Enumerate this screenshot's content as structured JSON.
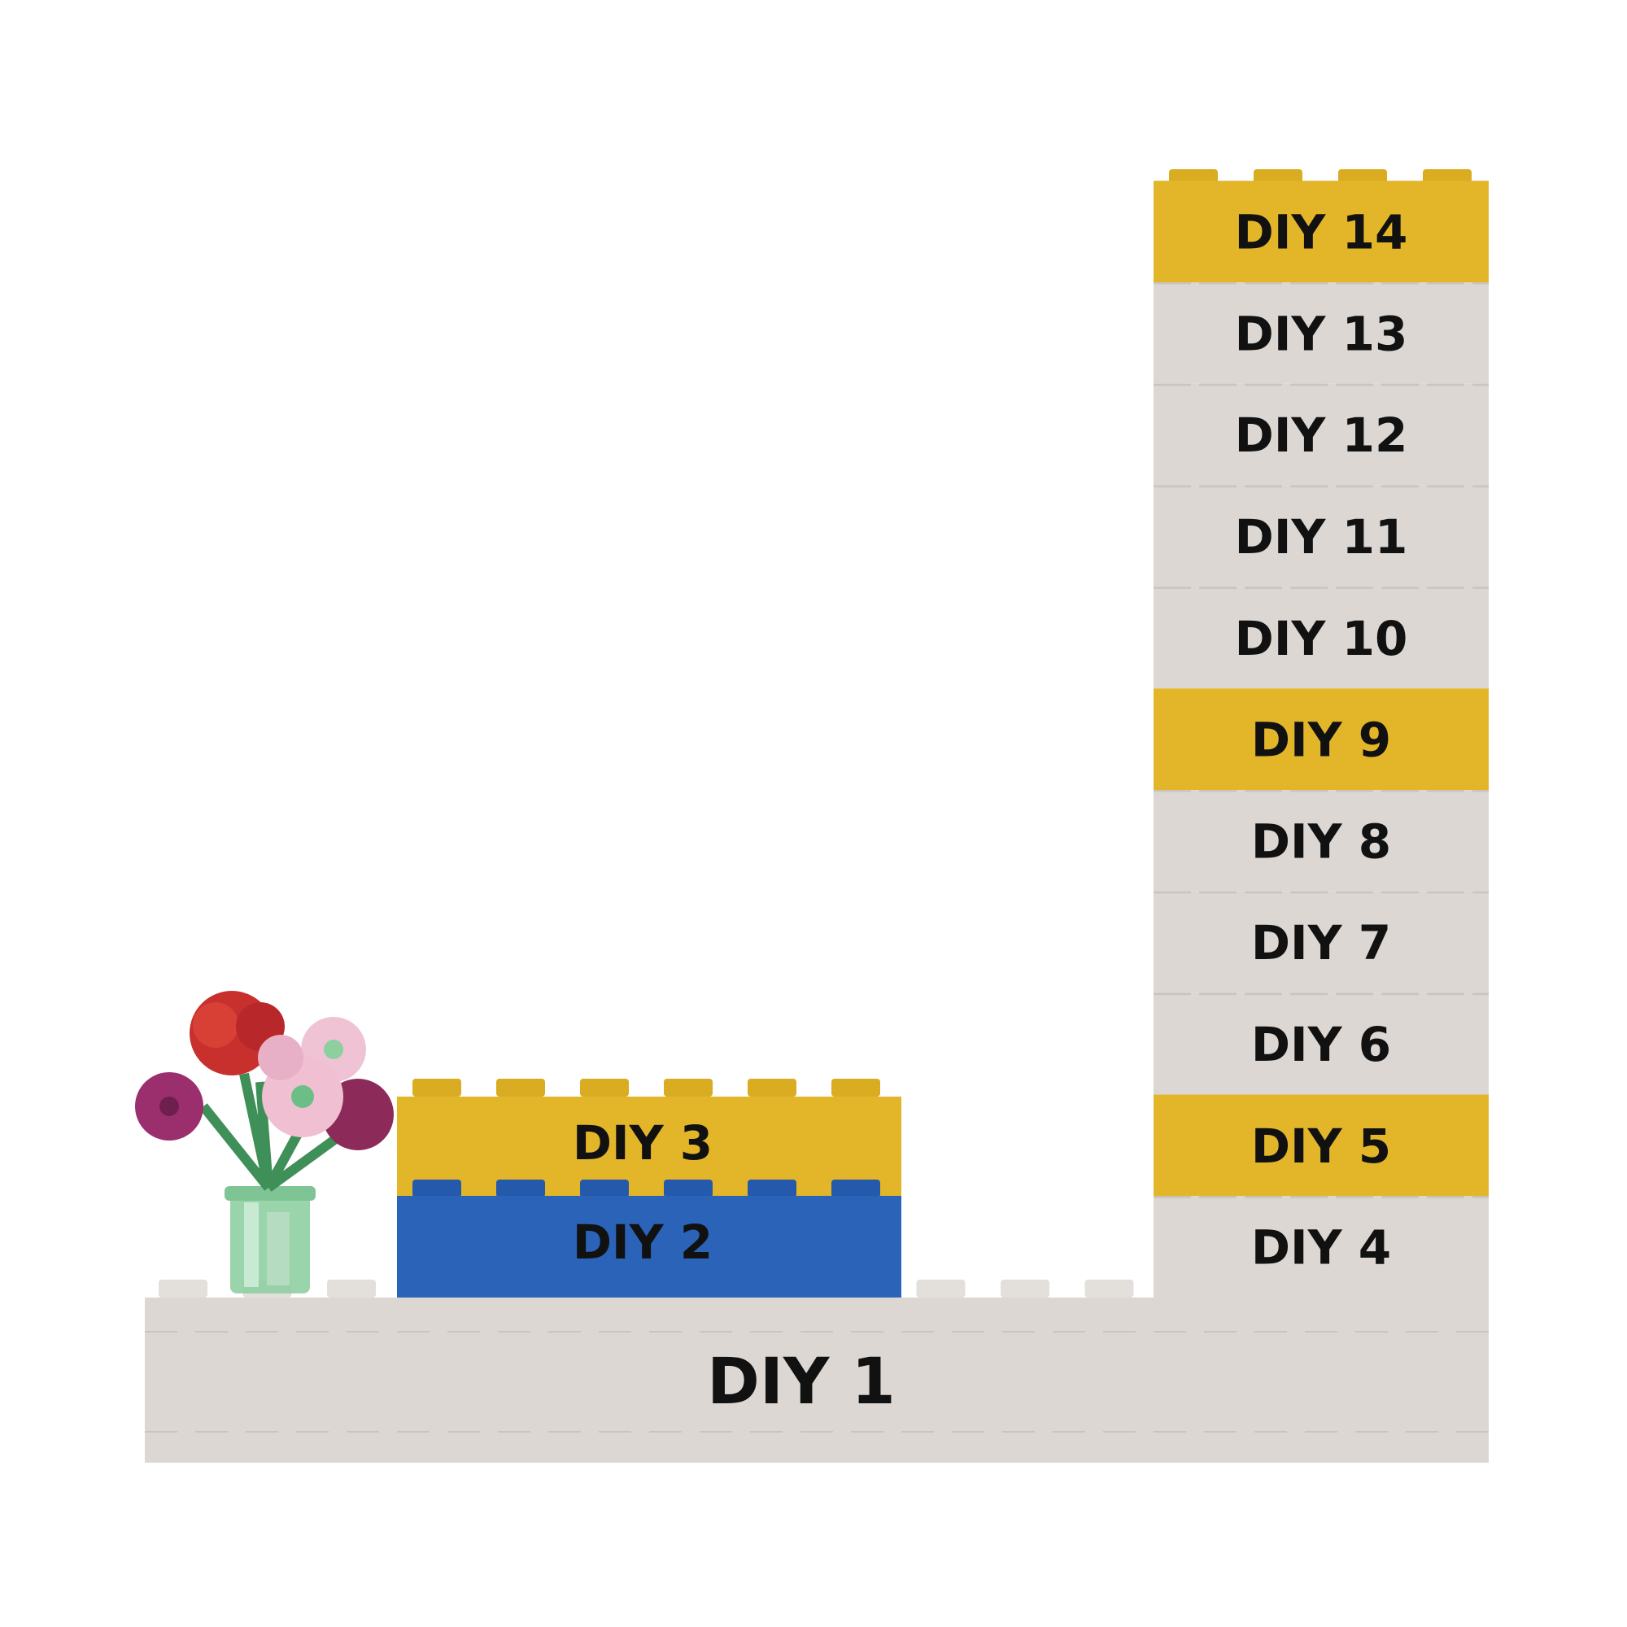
{
  "colors": {
    "background": "#ffffff",
    "gray_brick": "#dcd7d3",
    "gray_stud": "#e3dfdb",
    "yellow_brick": "#e3b62a",
    "yellow_stud": "#d9ac22",
    "blue_brick": "#2a63b8",
    "blue_stud": "#2459ab",
    "label_text": "#111111"
  },
  "bricks": {
    "diy1": "DIY 1",
    "diy2": "DIY 2",
    "diy3": "DIY 3",
    "tower": [
      {
        "label": "DIY 4",
        "color": "gray"
      },
      {
        "label": "DIY 5",
        "color": "yellow"
      },
      {
        "label": "DIY 6",
        "color": "gray"
      },
      {
        "label": "DIY 7",
        "color": "gray"
      },
      {
        "label": "DIY 8",
        "color": "gray"
      },
      {
        "label": "DIY 9",
        "color": "yellow"
      },
      {
        "label": "DIY 10",
        "color": "gray"
      },
      {
        "label": "DIY 11",
        "color": "gray"
      },
      {
        "label": "DIY 12",
        "color": "gray"
      },
      {
        "label": "DIY 13",
        "color": "gray"
      },
      {
        "label": "DIY 14",
        "color": "yellow"
      }
    ]
  },
  "decoration": {
    "flower_bouquet_icon": "flower-bouquet-icon",
    "vase_icon": "vase-icon"
  }
}
